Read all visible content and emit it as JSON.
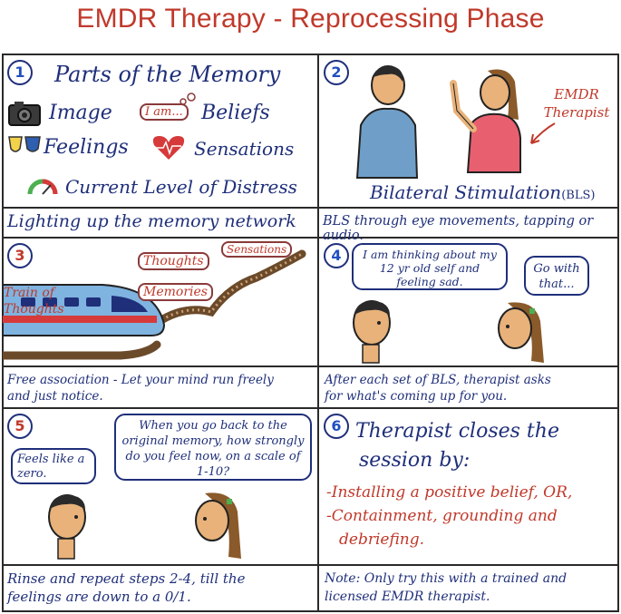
{
  "title": "EMDR Therapy - Reprocessing Phase",
  "panel1": {
    "number": "1",
    "heading": "Parts of the Memory",
    "image_label": "Image",
    "iam_label": "I am...",
    "beliefs_label": "Beliefs",
    "feelings_label": "Feelings",
    "sensations_label": "Sensations",
    "distress_label": "Current Level of Distress",
    "caption": "Lighting up the memory network"
  },
  "panel2": {
    "number": "2",
    "therapist_label": "EMDR Therapist",
    "bls_label": "Bilateral Stimulation",
    "bls_abbr": "(BLS)",
    "caption": "BLS through eye movements, tapping or audio."
  },
  "panel3": {
    "number": "3",
    "train_label": "Train of Thoughts",
    "thoughts_tag": "Thoughts",
    "sensations_tag": "Sensations",
    "memories_tag": "Memories",
    "caption_line1": "Free association - Let your mind run freely",
    "caption_line2": "and just notice."
  },
  "panel4": {
    "number": "4",
    "client_bubble": "I am thinking about my 12 yr old self and feeling sad.",
    "therapist_bubble": "Go with that...",
    "caption_line1": "After each set of BLS, therapist asks",
    "caption_line2": "for what's coming up for you."
  },
  "panel5": {
    "number": "5",
    "therapist_bubble": "When you go back to the original memory, how strongly do you feel now, on a scale of 1-10?",
    "client_bubble": "Feels like a zero.",
    "caption_line1": "Rinse and repeat steps 2-4, till the",
    "caption_line2": "feelings are down to a 0/1."
  },
  "panel6": {
    "number": "6",
    "heading_line1": "Therapist closes the",
    "heading_line2": "session by:",
    "item1": "-Installing a positive belief, OR,",
    "item2_line1": "-Containment, grounding and",
    "item2_line2": "debriefing.",
    "caption_line1": "Note: Only try this with a trained and",
    "caption_line2": "licensed EMDR therapist."
  },
  "colors": {
    "title_red": "#c0392b",
    "ink_blue": "#1f2f7a",
    "train_blue": "#7fb3e0",
    "skin": "#e8b27a",
    "shirt_blue": "#6f9fc8",
    "shirt_pink": "#e86070"
  }
}
